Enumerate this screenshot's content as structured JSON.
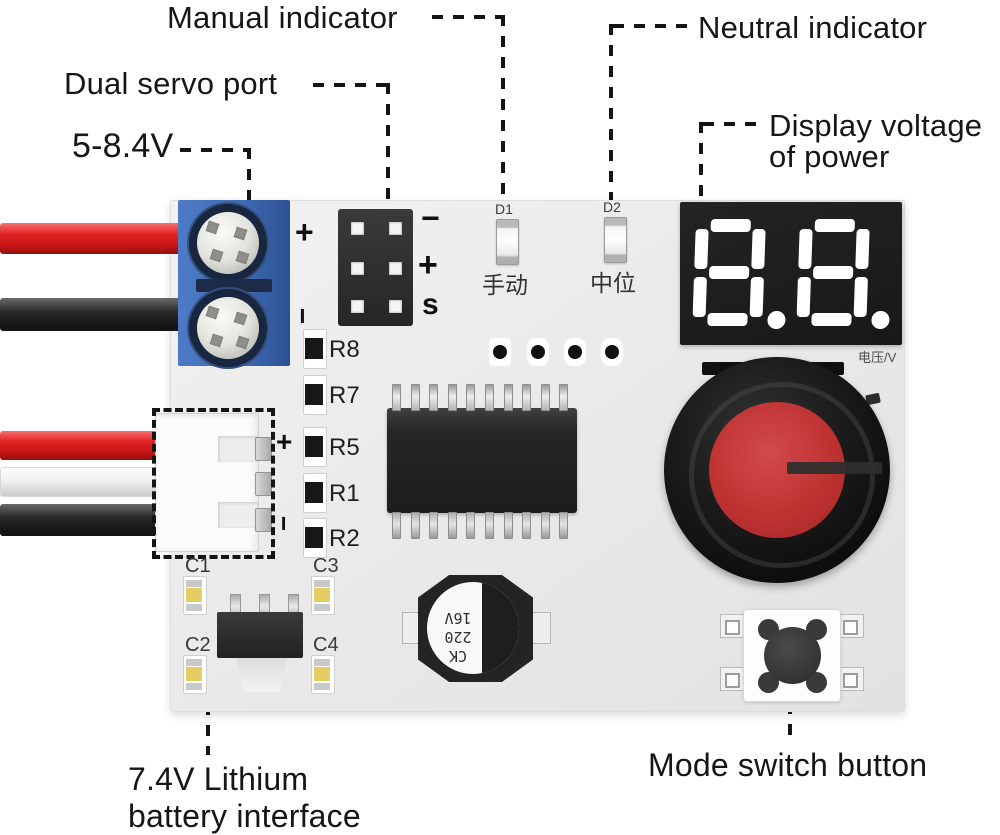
{
  "annotations": {
    "manual_indicator": "Manual indicator",
    "dual_servo_port": "Dual servo port",
    "power_input_voltage": "5-8.4V",
    "neutral_indicator": "Neutral indicator",
    "display_voltage": {
      "line1": "Display voltage",
      "line2": "of power"
    },
    "battery_interface": {
      "line1": "7.4V Lithium",
      "line2": "battery interface"
    },
    "mode_switch_button": "Mode switch button"
  },
  "board": {
    "power_terminal": {
      "plus": "+",
      "minus": "−"
    },
    "servo_header": {
      "minus": "−",
      "plus": "+",
      "signal": "s"
    },
    "manual_led": {
      "designator": "D1",
      "label": "手动"
    },
    "neutral_led": {
      "designator": "D2",
      "label": "中位"
    },
    "voltage_display": {
      "value": "8.8.",
      "unit": "电压/V"
    },
    "resistors": [
      "R8",
      "R7",
      "R5",
      "R1",
      "R2"
    ],
    "capacitors": [
      "C1",
      "C2",
      "C3",
      "C4"
    ],
    "electrolytic_capacitor": {
      "line1": "CK",
      "line2": "220",
      "line3": "16V"
    },
    "battery_connector": {
      "plus": "+",
      "minus": "−"
    }
  },
  "colors": {
    "terminal_blue": "#3f6cb4",
    "knob_red": "#bf3232",
    "wire_red": "#e02222",
    "wire_black": "#1d1d1d",
    "wire_white": "#f2f2f2",
    "capacitor_yellow": "#e6cd62",
    "segment_white": "#ffffff"
  }
}
